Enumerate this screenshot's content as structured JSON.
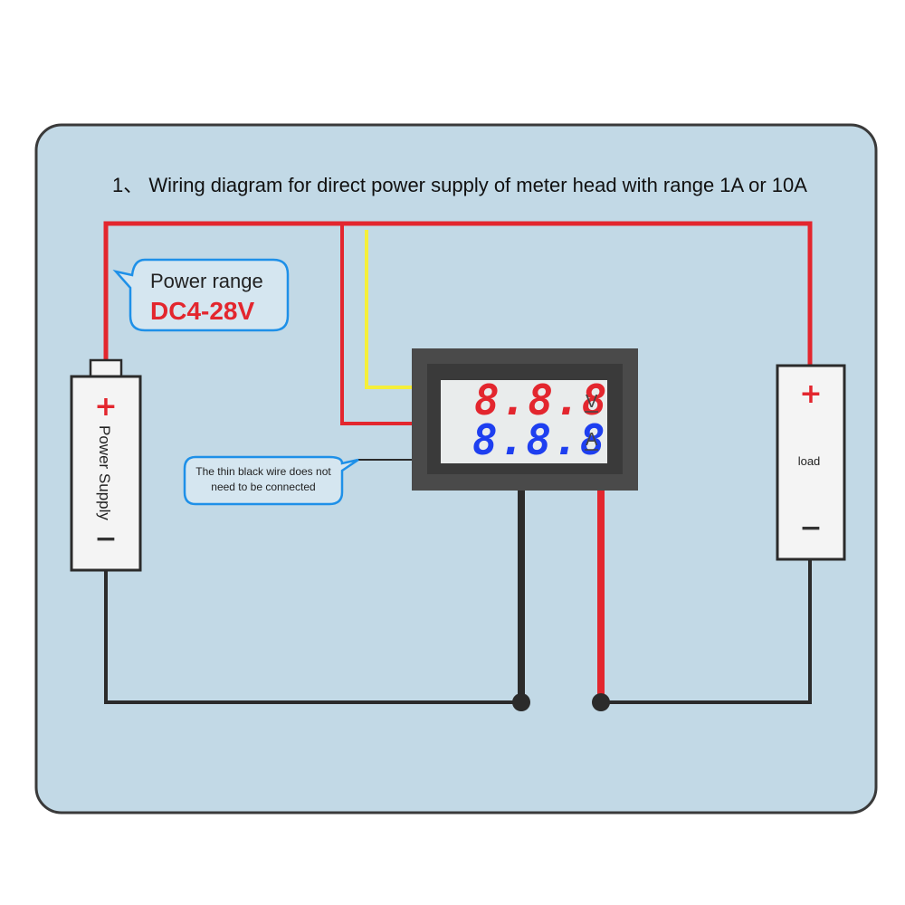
{
  "title": "1、  Wiring diagram for direct power supply of meter head with range 1A or 10A",
  "power_callout": {
    "line1": "Power range",
    "line2": "DC4-28V"
  },
  "wire_note": {
    "line1": "The thin black wire does not",
    "line2": "need to be connected"
  },
  "meter": {
    "voltage_digits": "8.8.8",
    "voltage_unit": "V",
    "current_digits": "8.8.8",
    "current_unit": "A"
  },
  "power_supply": {
    "label": "Power Supply",
    "plus": "+",
    "minus": "−"
  },
  "load": {
    "label": "load",
    "plus": "+",
    "minus": "−"
  },
  "colors": {
    "background_panel": "#c2d9e6",
    "panel_border": "#3a3a3a",
    "wire_red": "#e3262e",
    "wire_yellow": "#f5ef3a",
    "wire_black": "#2b2b2b",
    "callout_border": "#1e90e8",
    "meter_frame": "#4a4a4a",
    "meter_screen": "#e9ecec",
    "digit_red": "#e3262e",
    "digit_blue": "#1e3ff0"
  }
}
